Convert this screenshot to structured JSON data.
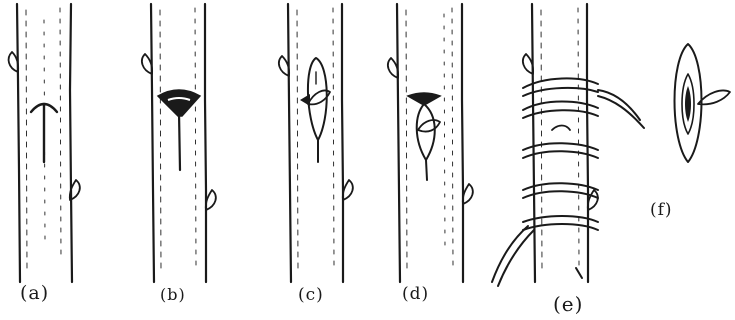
{
  "figure": {
    "panels": [
      {
        "id": "a",
        "label": "(a)"
      },
      {
        "id": "b",
        "label": "(b)"
      },
      {
        "id": "c",
        "label": "(c)"
      },
      {
        "id": "d",
        "label": "(d)"
      },
      {
        "id": "e",
        "label": "(e)"
      },
      {
        "id": "f",
        "label": "(f)"
      }
    ]
  }
}
